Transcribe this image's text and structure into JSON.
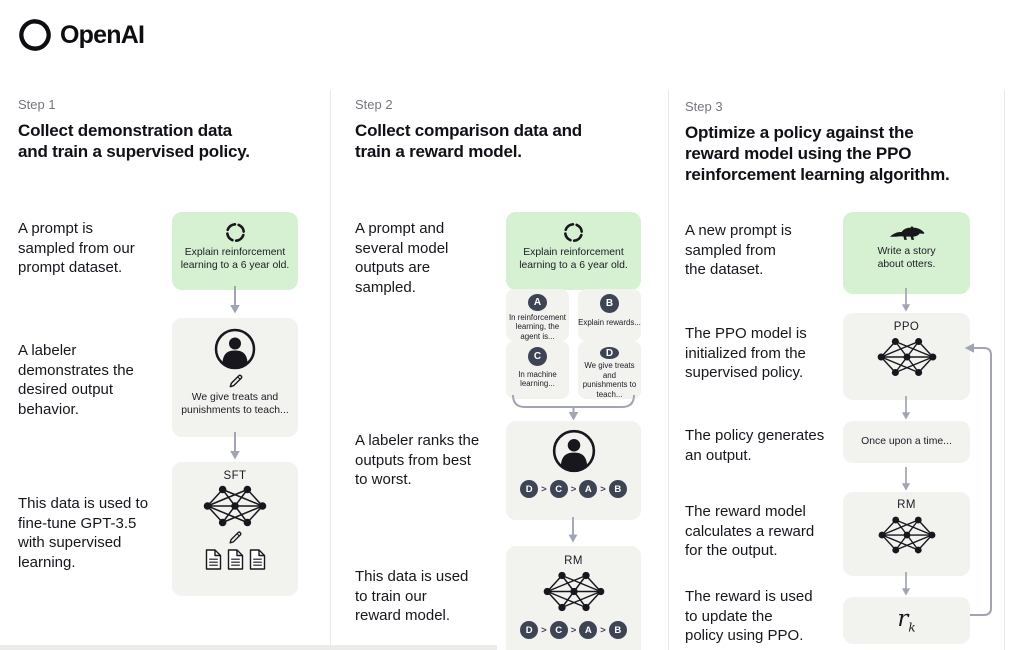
{
  "page": {
    "brand": "OpenAI"
  },
  "symbols": {
    "gt": ">"
  },
  "colors": {
    "green_box": "#d5f1d1",
    "gray_box": "#f2f2ef",
    "chip_dark": "#3d4454",
    "arrow": "#a0a4b3",
    "text": "#16161d",
    "step_label": "#75757e"
  },
  "icons": [
    "openai-logo",
    "cycle-icon",
    "person-icon",
    "pencil-icon",
    "document-icon",
    "network-icon",
    "otter-icon",
    "arrow-down-icon",
    "feedback-loop-arrow"
  ],
  "steps": [
    {
      "label": "Step 1",
      "title": "Collect demonstration data\nand train a supervised policy.",
      "texts": [
        "A prompt is\nsampled from our\nprompt dataset.",
        "A labeler\ndemonstrates the\ndesired output\nbehavior.",
        "This data is used to\nfine-tune GPT-3.5\nwith supervised\nlearning."
      ],
      "prompt": "Explain reinforcement\nlearning to a 6 year old.",
      "labeler_caption": "We give treats and\npunishments to teach...",
      "model_label": "SFT"
    },
    {
      "label": "Step 2",
      "title": "Collect comparison data and\ntrain a reward model.",
      "texts": [
        "A prompt and\nseveral model\noutputs are\nsampled.",
        "A labeler ranks the\noutputs from best\nto worst.",
        "This data is used\nto train our\nreward model."
      ],
      "prompt": "Explain reinforcement\nlearning to a 6 year old.",
      "outputs": [
        {
          "letter": "A",
          "text": "In reinforcement\nlearning, the\nagent is..."
        },
        {
          "letter": "B",
          "text": "Explain rewards..."
        },
        {
          "letter": "C",
          "text": "In machine\nlearning..."
        },
        {
          "letter": "D",
          "text": "We give treats and\npunishments to\nteach..."
        }
      ],
      "ranking": [
        "D",
        "C",
        "A",
        "B"
      ],
      "model_label": "RM"
    },
    {
      "label": "Step 3",
      "title": "Optimize a policy against the\nreward model using the PPO\nreinforcement learning algorithm.",
      "texts": [
        "A new prompt is\nsampled from\nthe dataset.",
        "The PPO model is\ninitialized from the\nsupervised policy.",
        "The policy generates\nan output.",
        "The reward model\ncalculates a reward\nfor the output.",
        "The reward is used\nto update the\npolicy using PPO."
      ],
      "prompt": "Write a story\nabout otters.",
      "ppo_label": "PPO",
      "output_text": "Once upon a time...",
      "rm_label": "RM",
      "reward_var": "r",
      "reward_sub": "k"
    }
  ]
}
